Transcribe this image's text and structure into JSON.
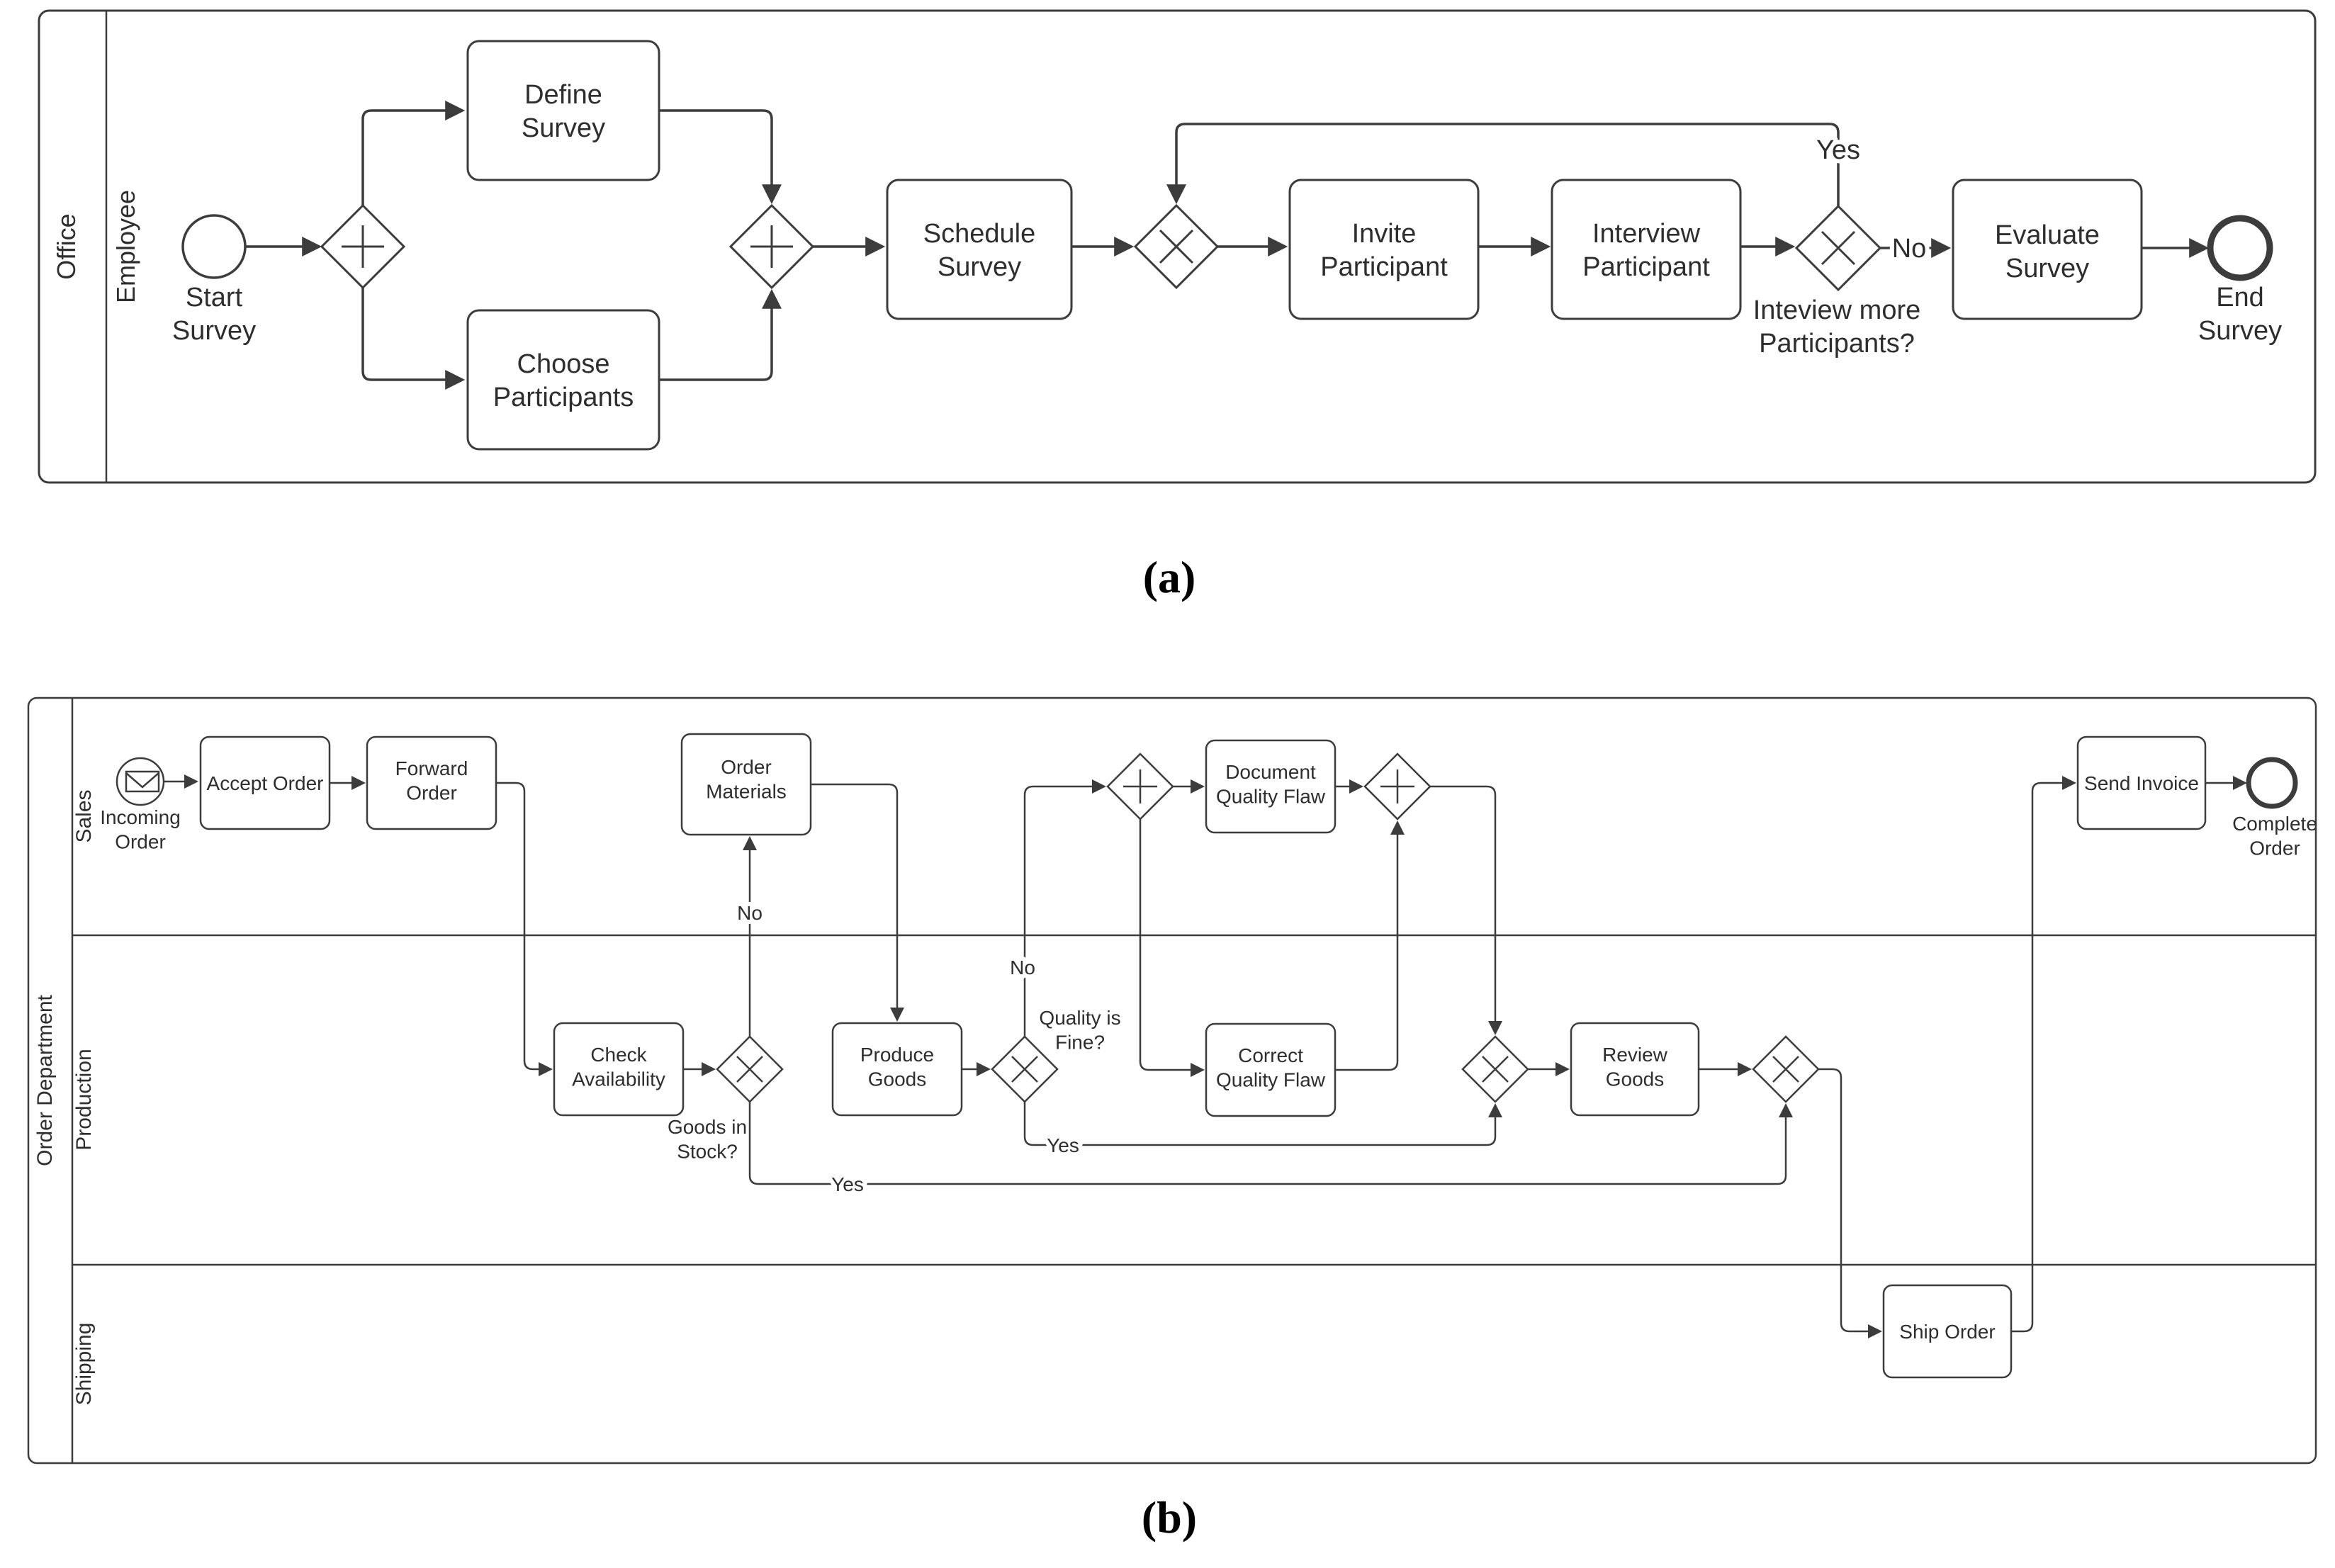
{
  "figure": {
    "caption_a": "(a)",
    "caption_b": "(b)"
  },
  "diagram_a": {
    "pool": "Office",
    "lane": "Employee",
    "start_event": {
      "label": [
        "Start",
        "Survey"
      ]
    },
    "end_event": {
      "label": [
        "End",
        "Survey"
      ]
    },
    "tasks": {
      "define": [
        "Define",
        "Survey"
      ],
      "choose": [
        "Choose",
        "Participants"
      ],
      "schedule": [
        "Schedule",
        "Survey"
      ],
      "invite": [
        "Invite",
        "Participant"
      ],
      "interview": [
        "Interview",
        "Participant"
      ],
      "evaluate": [
        "Evaluate",
        "Survey"
      ]
    },
    "labels": {
      "yes": "Yes",
      "no": "No",
      "question": [
        "Inteview more",
        "Participants?"
      ]
    }
  },
  "diagram_b": {
    "pool": "Order Department",
    "lanes": [
      "Sales",
      "Production",
      "Shipping"
    ],
    "start_event": {
      "label": [
        "Incoming",
        "Order"
      ]
    },
    "end_event": {
      "label": [
        "Complete",
        "Order"
      ]
    },
    "tasks": {
      "accept": "Accept Order",
      "forward": [
        "Forward",
        "Order"
      ],
      "order_materials": [
        "Order",
        "Materials"
      ],
      "document_flaw": [
        "Document",
        "Quality Flaw"
      ],
      "send_invoice": "Send Invoice",
      "check_availability": [
        "Check",
        "Availability"
      ],
      "produce": [
        "Produce",
        "Goods"
      ],
      "correct_flaw": [
        "Correct",
        "Quality Flaw"
      ],
      "review": [
        "Review",
        "Goods"
      ],
      "ship": "Ship Order"
    },
    "labels": {
      "goods_in_stock": [
        "Goods in",
        "Stock?"
      ],
      "quality_fine": [
        "Quality is",
        "Fine?"
      ],
      "yes": "Yes",
      "no": "No"
    }
  }
}
